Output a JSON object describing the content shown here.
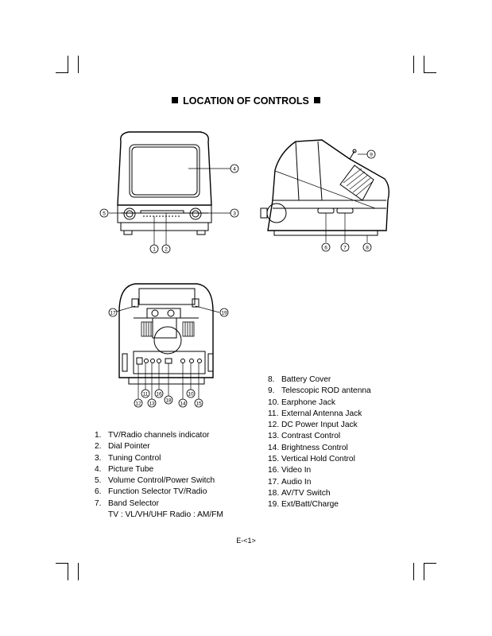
{
  "page": {
    "title": "LOCATION OF CONTROLS",
    "page_number": "E-<1>"
  },
  "left_list": [
    {
      "num": "1.",
      "text": "TV/Radio channels indicator"
    },
    {
      "num": "2.",
      "text": "Dial Pointer"
    },
    {
      "num": "3.",
      "text": "Tuning Control"
    },
    {
      "num": "4.",
      "text": "Picture Tube"
    },
    {
      "num": "5.",
      "text": "Volume Control/Power Switch"
    },
    {
      "num": "6.",
      "text": "Function Selector TV/Radio"
    },
    {
      "num": "7.",
      "text": "Band Selector"
    }
  ],
  "band_detail": "TV : VL/VH/UHF  Radio : AM/FM",
  "right_list": [
    {
      "num": "8.",
      "text": "Battery Cover"
    },
    {
      "num": "9.",
      "text": "Telescopic ROD antenna"
    },
    {
      "num": "10.",
      "text": "Earphone Jack"
    },
    {
      "num": "11.",
      "text": "External Antenna Jack"
    },
    {
      "num": "12.",
      "text": "DC Power Input Jack"
    },
    {
      "num": "13.",
      "text": "Contrast Control"
    },
    {
      "num": "14.",
      "text": "Brightness Control"
    },
    {
      "num": "15.",
      "text": "Vertical Hold Control"
    },
    {
      "num": "16.",
      "text": "Video In"
    },
    {
      "num": "17.",
      "text": "Audio In"
    },
    {
      "num": "18.",
      "text": "AV/TV Switch"
    },
    {
      "num": "19.",
      "text": "Ext/Batt/Charge"
    }
  ],
  "callouts": {
    "front": [
      "1",
      "2",
      "3",
      "4",
      "5"
    ],
    "side": [
      "6",
      "7",
      "8",
      "9"
    ],
    "back": [
      "10",
      "11",
      "12",
      "13",
      "14",
      "15",
      "16",
      "17",
      "18",
      "19"
    ]
  }
}
